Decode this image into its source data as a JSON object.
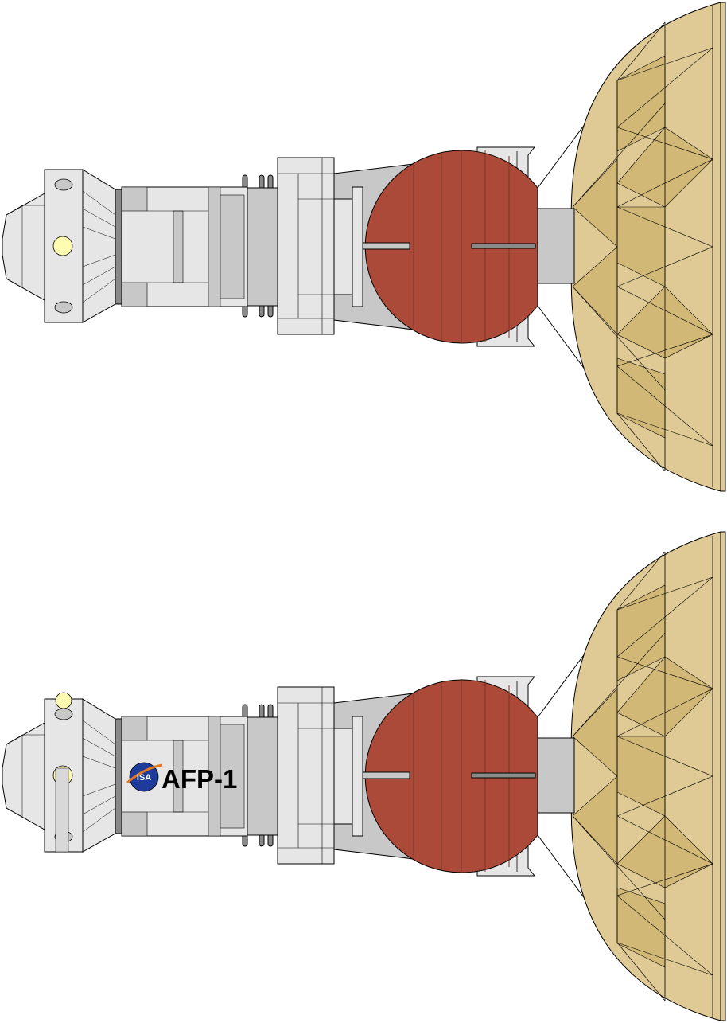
{
  "views": [
    {
      "id": "view-top",
      "marking": ""
    },
    {
      "id": "view-bottom",
      "marking": "AFP-1",
      "agency_logo": "ISA"
    }
  ],
  "colors": {
    "background": "#ffffff",
    "hull": "#e6e6e6",
    "hull_shadow": "#c8c8c8",
    "hull_dark": "#8a8a8a",
    "band": "#7a7a7a",
    "light": "#fffbb0",
    "tank": "#ab4a38",
    "tank_line": "#7d3326",
    "dish": "#dfc995",
    "dish_dark": "#d2b877",
    "outline": "#000000",
    "logo_blue": "#1e3a9a",
    "logo_orange": "#e4761c",
    "marking_text": "#000000"
  },
  "icons": {
    "spacecraft": "spacecraft-side-view",
    "dish": "parabolic-dish-antenna",
    "tank": "fuel-tank-sphere",
    "logo": "isa-agency-logo"
  }
}
